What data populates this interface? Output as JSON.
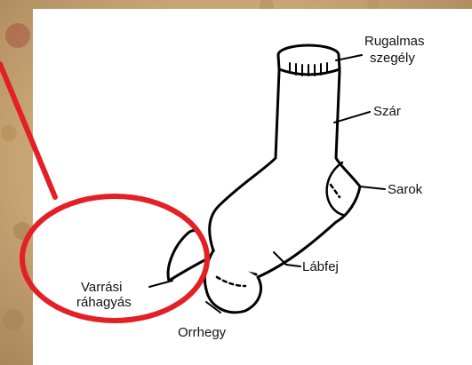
{
  "labels": {
    "rugalmas_line1": "Rugalmas",
    "rugalmas_line2": "szegély",
    "szar": "Szár",
    "sarok": "Sarok",
    "labfej": "Lábfej",
    "varrasi_line1": "Varrási",
    "varrasi_line2": "ráhagyás",
    "orrhegy": "Orrhegy"
  },
  "colors": {
    "background_texture": "#c9a77a",
    "panel": "#ffffff",
    "highlight_circle": "#e41f26",
    "line": "#000000"
  }
}
